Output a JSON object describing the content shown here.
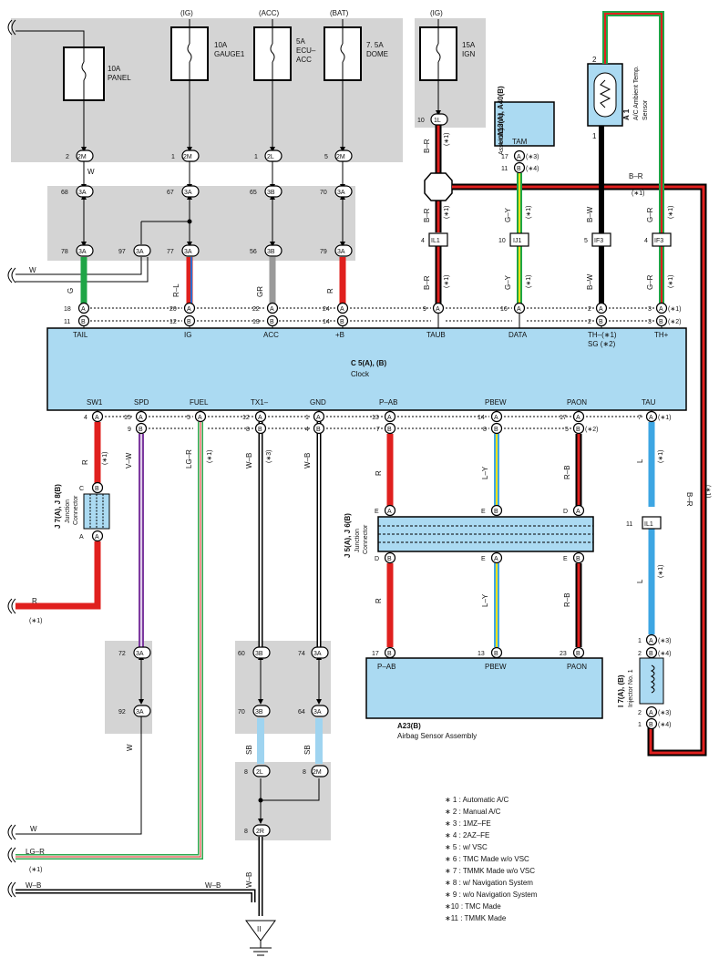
{
  "fuses": [
    {
      "source": "",
      "label": "10A PANEL"
    },
    {
      "source": "(IG)",
      "label": "10A GAUGE1"
    },
    {
      "source": "(ACC)",
      "label": "5A ECU-ACC"
    },
    {
      "source": "(BAT)",
      "label": "7.5A DOME"
    },
    {
      "source": "(IG)",
      "label": "15A IGN"
    }
  ],
  "fuse_label_lines": {
    "panel": [
      "10A",
      "PANEL"
    ],
    "gauge": [
      "10A",
      "GAUGE1"
    ],
    "acc": [
      "5A",
      "ECU–",
      "ACC"
    ],
    "dome": [
      "7. 5A",
      "DOME"
    ],
    "ign": [
      "15A",
      "IGN"
    ]
  },
  "connectors": {
    "c_2M": "2M",
    "c_2L": "2L",
    "c_1L": "1L",
    "c_3A": "3A",
    "c_3B": "3B",
    "c_IL1": "IL1",
    "c_IJ1": "IJ1",
    "c_IF3": "IF3",
    "c_2R": "2R",
    "pin_A": "A",
    "pin_B": "B",
    "pin_C": "C",
    "pin_D": "D",
    "pin_E": "E"
  },
  "pin_numbers": {
    "n1": "1",
    "n2": "2",
    "n3": "3",
    "n4": "4",
    "n5": "5",
    "n7": "7",
    "n8": "8",
    "n9": "9",
    "n10": "10",
    "n11": "11",
    "n12": "12",
    "n13": "13",
    "n14": "14",
    "n15": "15",
    "n16": "16",
    "n17": "17",
    "n18": "18",
    "n20": "20",
    "n22": "22",
    "n23": "23",
    "n24": "24",
    "n56": "56",
    "n60": "60",
    "n64": "64",
    "n65": "65",
    "n67": "67",
    "n68": "68",
    "n70": "70",
    "n72": "72",
    "n74": "74",
    "n77": "77",
    "n78": "78",
    "n79": "79",
    "n92": "92",
    "n97": "97"
  },
  "wire_colors": {
    "W": "W",
    "G": "G",
    "R_L": "R–L",
    "GR": "GR",
    "R": "R",
    "B_R": "B–R",
    "G_Y": "G–Y",
    "B_W": "B–W",
    "G_R": "G–R",
    "V_W": "V–W",
    "LG_R": "LG–R",
    "W_B": "W–B",
    "L_Y": "L–Y",
    "R_B": "R–B",
    "L": "L",
    "SB": "SB"
  },
  "notes_tags": {
    "a1": "(∗1)",
    "a2": "(∗2)",
    "a3": "(∗3)",
    "a4": "(∗4)"
  },
  "clock": {
    "title": "C 5(A), (B)",
    "name": "Clock",
    "top_terminals": [
      "TAIL",
      "IG",
      "ACC",
      "+B",
      "TAUB",
      "DATA",
      "TH–(∗1)",
      "SG (∗2)",
      "TH+"
    ],
    "bottom_terminals": [
      "SW1",
      "SPD",
      "FUEL",
      "TX1–",
      "GND",
      "P–AB",
      "PBEW",
      "PAON",
      "TAU"
    ]
  },
  "tam": {
    "label": "TAM",
    "id": "A13(A), A40(B)",
    "name_l1": "A/C Control",
    "name_l2": "Assembly"
  },
  "sensor": {
    "id": "A 1",
    "name_l1": "A/C Ambient Temp.",
    "name_l2": "Sensor"
  },
  "junction1": {
    "id": "J 7(A), J 8(B)",
    "name_l1": "Junction",
    "name_l2": "Connector"
  },
  "junction2": {
    "id": "J 5(A), J 6(B)",
    "name_l1": "Junction",
    "name_l2": "Connector"
  },
  "airbag": {
    "terminals": [
      "P–AB",
      "PBEW",
      "PAON"
    ],
    "id": "A23(B)",
    "name": "Airbag Sensor Assembly"
  },
  "injector": {
    "id": "I 7(A), (B)",
    "name": "Injector No. 1"
  },
  "ground_symbol": "II",
  "notes": [
    "∗ 1 : Automatic A/C",
    "∗ 2 : Manual A/C",
    "∗ 3 : 1MZ–FE",
    "∗ 4 : 2AZ–FE",
    "∗ 5 : w/ VSC",
    "∗ 6 : TMC Made w/o VSC",
    "∗ 7 : TMMK Made w/o VSC",
    "∗ 8 : w/ Navigation System",
    "∗ 9 : w/o Navigation System",
    "∗10 : TMC Made",
    "∗11 : TMMK Made"
  ],
  "colors": {
    "panel": "#d4d4d4",
    "module": "#abdaf2",
    "red": "#e0201e",
    "green": "#1fa546",
    "gray": "#9a9a9a",
    "purple": "#7d3aa0",
    "blue": "#3da6e3",
    "lightblue": "#9fd4f0",
    "yellow": "#f5e21a"
  }
}
